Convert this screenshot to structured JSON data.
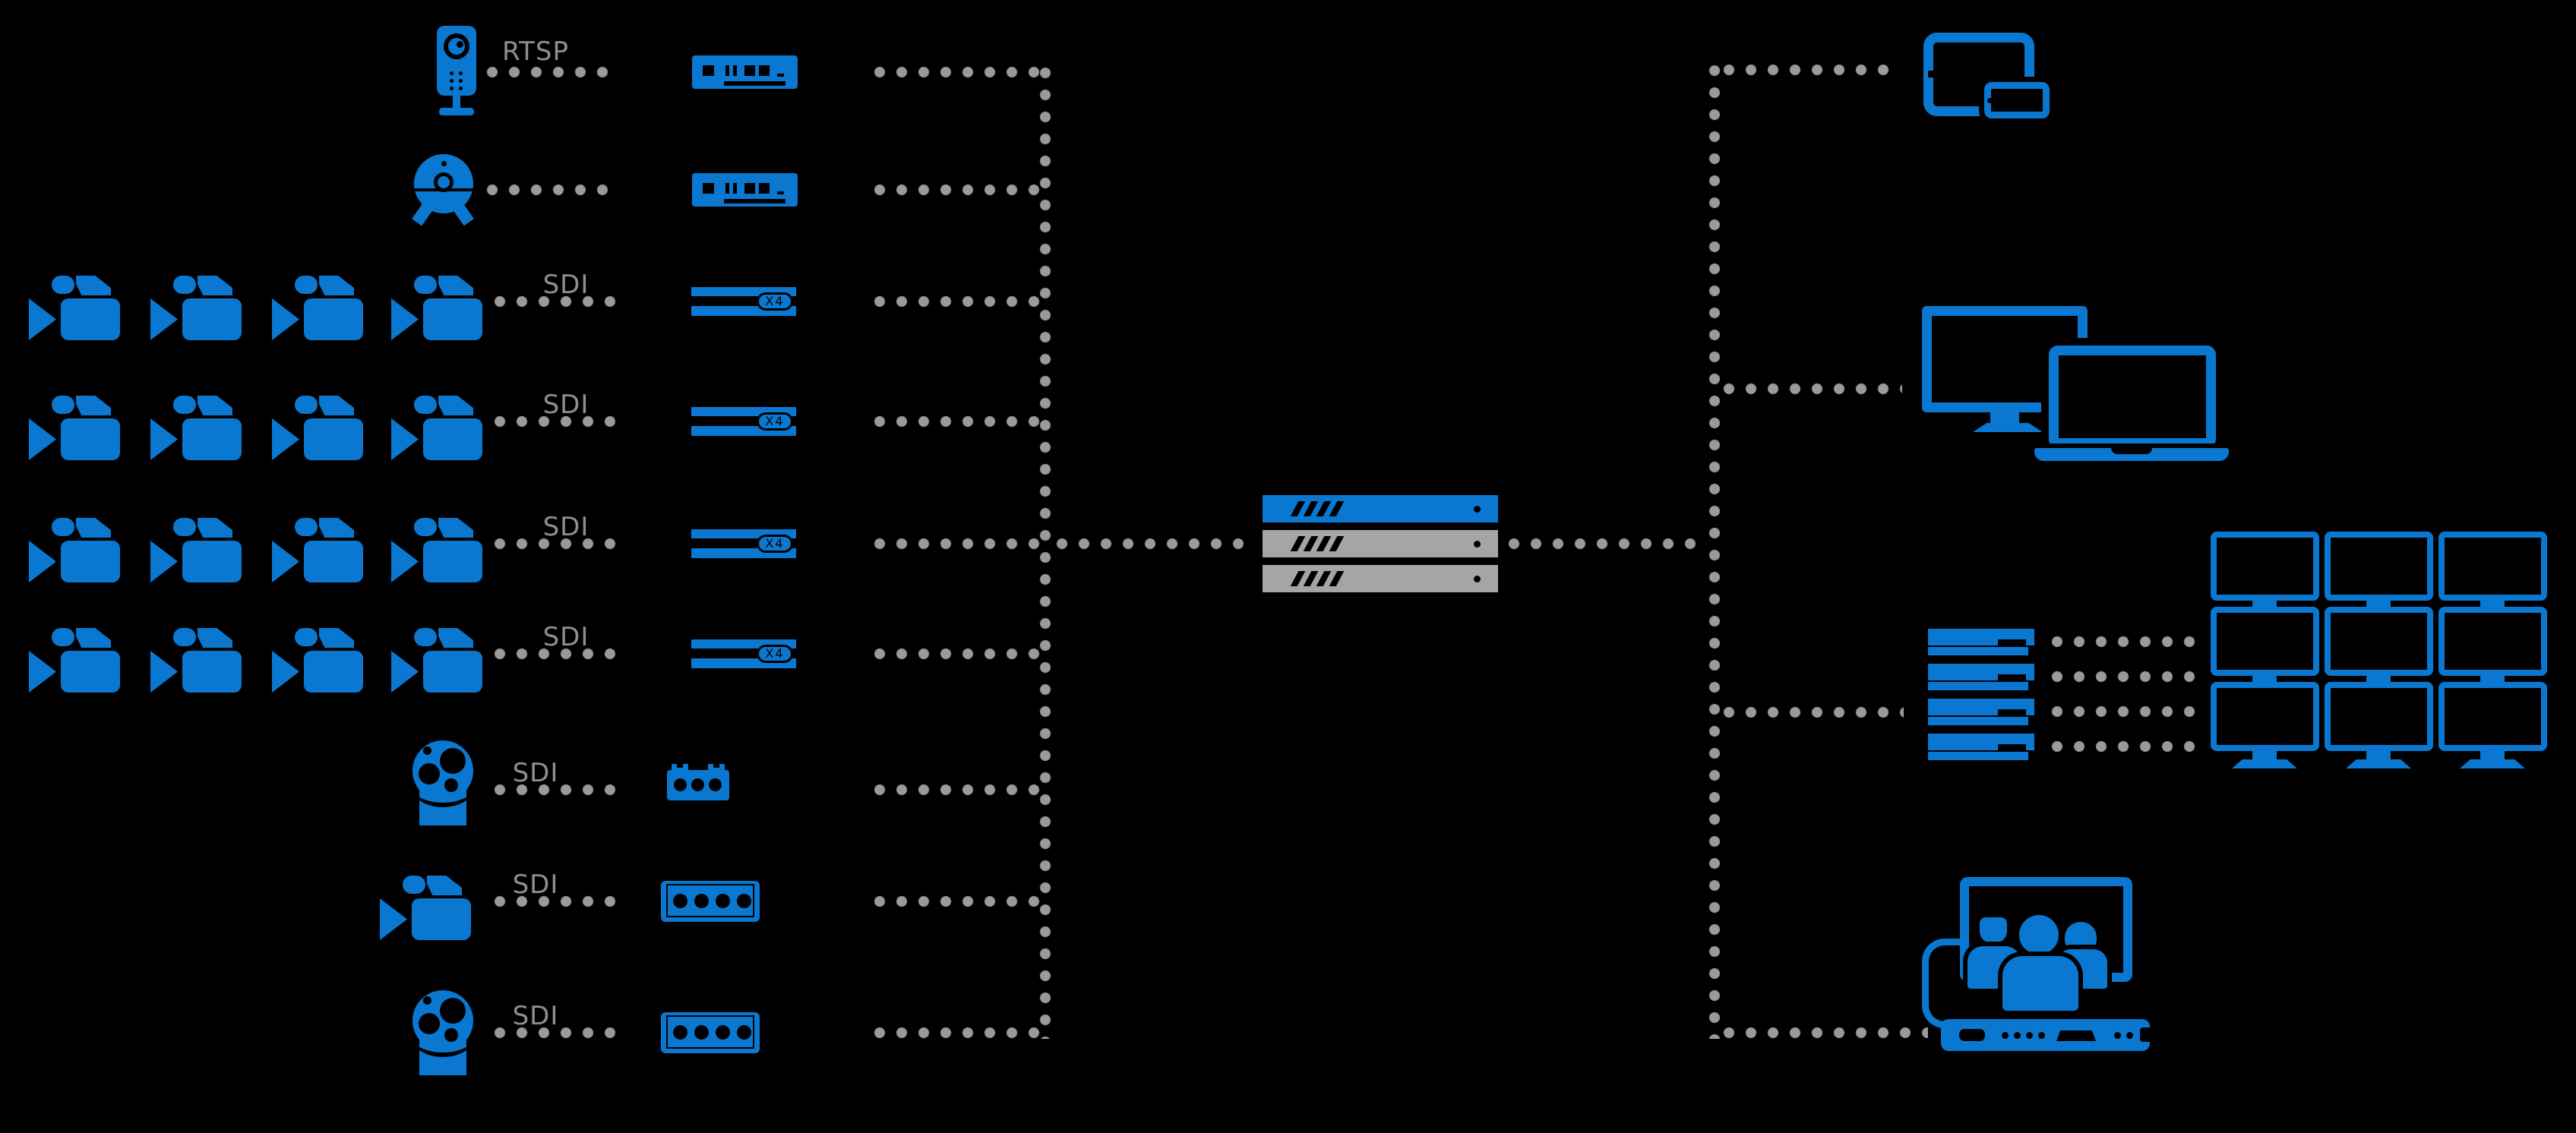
{
  "diagram": {
    "title": "video-streaming-system-diagram",
    "colors": {
      "background": "#000000",
      "device_blue": "#0a78d0",
      "connector_gray": "#9a9a9a",
      "label_gray": "#8f8f8f",
      "server_gray": "#a5a5a5"
    },
    "sources": [
      {
        "name": "ip-camera",
        "label": "RTSP",
        "encoder": "streaming-encoder"
      },
      {
        "name": "webcam",
        "label": "",
        "encoder": "streaming-encoder"
      },
      {
        "name": "sdi-camera-group-1",
        "label": "SDI",
        "camera_count": 4,
        "encoder": "quad-channel-encoder",
        "badge": "X4"
      },
      {
        "name": "sdi-camera-group-2",
        "label": "SDI",
        "camera_count": 4,
        "encoder": "quad-channel-encoder",
        "badge": "X4"
      },
      {
        "name": "sdi-camera-group-3",
        "label": "SDI",
        "camera_count": 4,
        "encoder": "quad-channel-encoder",
        "badge": "X4"
      },
      {
        "name": "sdi-camera-group-4",
        "label": "SDI",
        "camera_count": 4,
        "encoder": "quad-channel-encoder",
        "badge": "X4"
      },
      {
        "name": "ptz-dome-camera-1",
        "label": "SDI",
        "encoder": "compact-encoder-3port"
      },
      {
        "name": "sdi-camcorder-single",
        "label": "SDI",
        "encoder": "portable-encoder-4port"
      },
      {
        "name": "ptz-dome-camera-2",
        "label": "SDI",
        "encoder": "portable-encoder-4port"
      }
    ],
    "server": {
      "name": "streaming-server-stack",
      "units": [
        {
          "color": "#0a78d0"
        },
        {
          "color": "#a5a5a5"
        },
        {
          "color": "#a5a5a5"
        }
      ]
    },
    "outputs": [
      {
        "name": "tablet-and-phone"
      },
      {
        "name": "desktop-monitor-and-laptop"
      },
      {
        "name": "decoder-stack-to-video-wall",
        "decoder_units": 4,
        "video_wall": {
          "rows": 3,
          "cols": 3
        }
      },
      {
        "name": "video-conference-system",
        "participants": 3
      }
    ]
  }
}
